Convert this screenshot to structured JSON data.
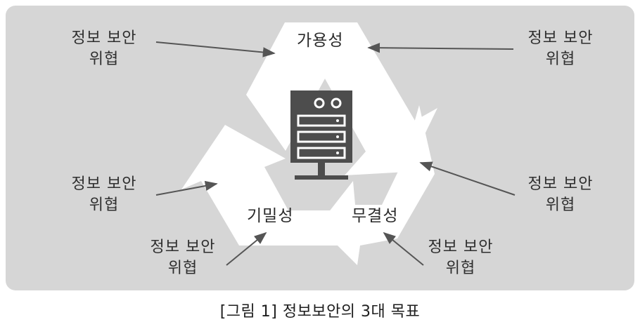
{
  "figure": {
    "goals": {
      "availability": "가용성",
      "confidentiality": "기밀성",
      "integrity": "무결성"
    },
    "threats": [
      {
        "line1": "정보 보안",
        "line2": "위협"
      },
      {
        "line1": "정보 보안",
        "line2": "위협"
      },
      {
        "line1": "정보 보안",
        "line2": "위협"
      },
      {
        "line1": "정보 보안",
        "line2": "위협"
      },
      {
        "line1": "정보 보안",
        "line2": "위협"
      },
      {
        "line1": "정보 보안",
        "line2": "위협"
      }
    ],
    "center_icon": "server-icon",
    "caption": "[그림 1] 정보보안의 3대 목표"
  },
  "colors": {
    "panel": "#d6d6d6",
    "recycle_arrows": "#ffffff",
    "server": "#4d4d4d",
    "pointer_arrows": "#555555",
    "text": "#2f2f2f"
  }
}
